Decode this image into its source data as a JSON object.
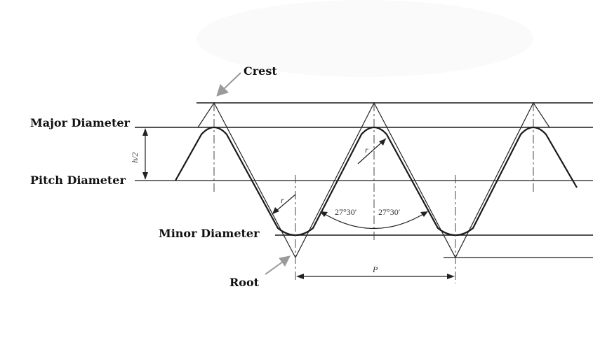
{
  "labels": {
    "crest": "Crest",
    "major_diameter": "Major Diameter",
    "pitch_diameter": "Pitch Diameter",
    "minor_diameter": "Minor Diameter",
    "root": "Root"
  },
  "annotations": {
    "half_height": "h/2",
    "radius_root": "r",
    "radius_crest": "r",
    "angle_left": "27°30′",
    "angle_right": "27°30′",
    "pitch": "P"
  },
  "colors": {
    "line": "#1a1a1a",
    "pointer_arrow": "#9a9a9a"
  }
}
